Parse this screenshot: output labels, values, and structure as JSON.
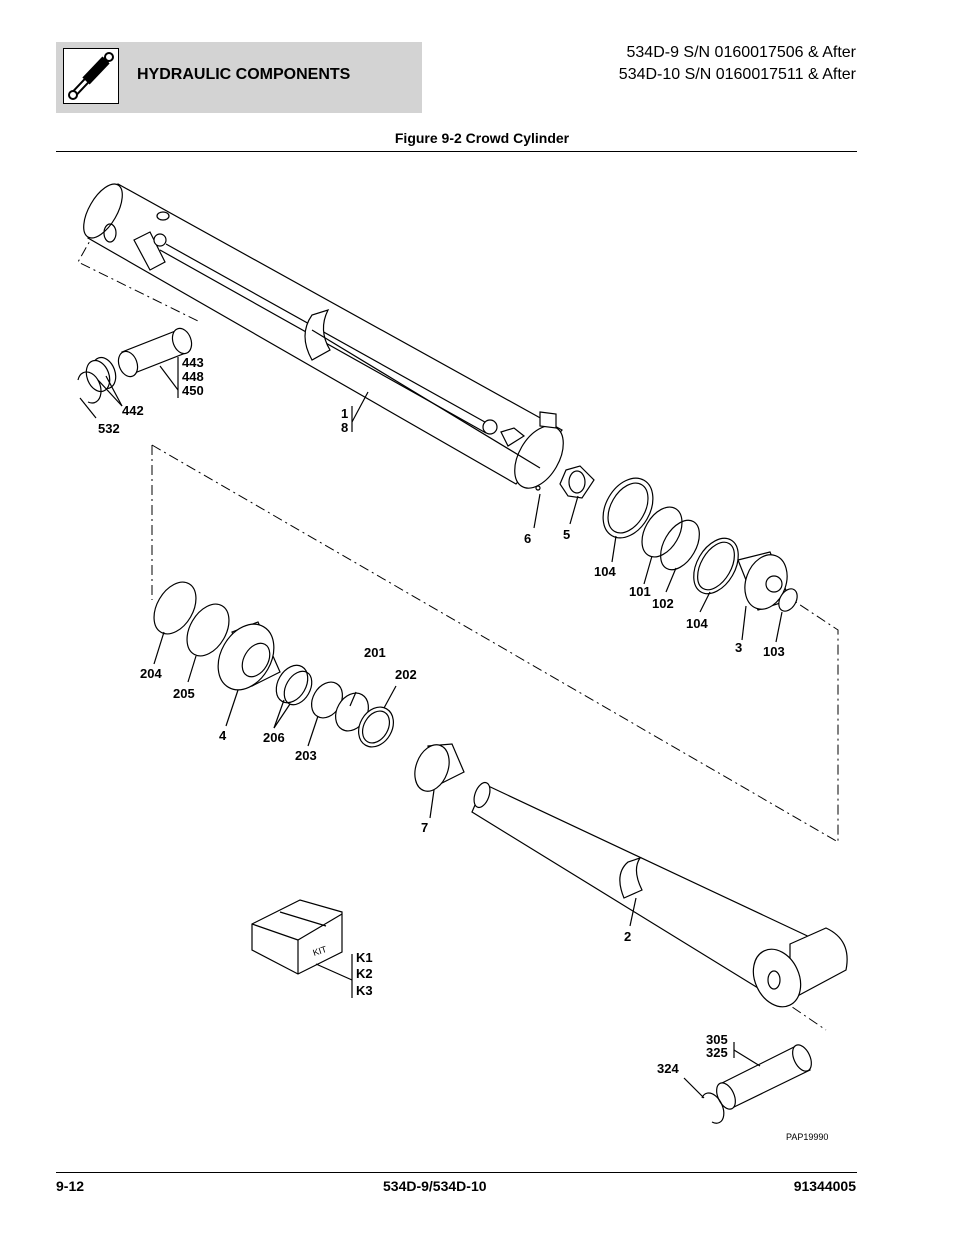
{
  "header": {
    "section_title": "HYDRAULIC COMPONENTS",
    "serial_line_1": "534D-9 S/N 0160017506 & After",
    "serial_line_2": "534D-10 S/N 0160017511 & After",
    "icon": "hydraulic-cylinder-icon"
  },
  "figure": {
    "title": "Figure 9-2 Crowd Cylinder",
    "reference_code": "PAP19990",
    "kit_box_text": "KIT",
    "callouts": {
      "c443": "443",
      "c448": "448",
      "c450": "450",
      "c442": "442",
      "c532": "532",
      "c1": "1",
      "c8": "8",
      "c6": "6",
      "c5": "5",
      "c104a": "104",
      "c101": "101",
      "c102": "102",
      "c104b": "104",
      "c3": "3",
      "c103": "103",
      "c204": "204",
      "c205": "205",
      "c4": "4",
      "c206": "206",
      "c203": "203",
      "c201": "201",
      "c202": "202",
      "c7": "7",
      "c2": "2",
      "cK1": "K1",
      "cK2": "K2",
      "cK3": "K3",
      "c305": "305",
      "c325": "325",
      "c324": "324"
    }
  },
  "footer": {
    "page_number": "9-12",
    "model": "534D-9/534D-10",
    "part_number": "91344005"
  }
}
